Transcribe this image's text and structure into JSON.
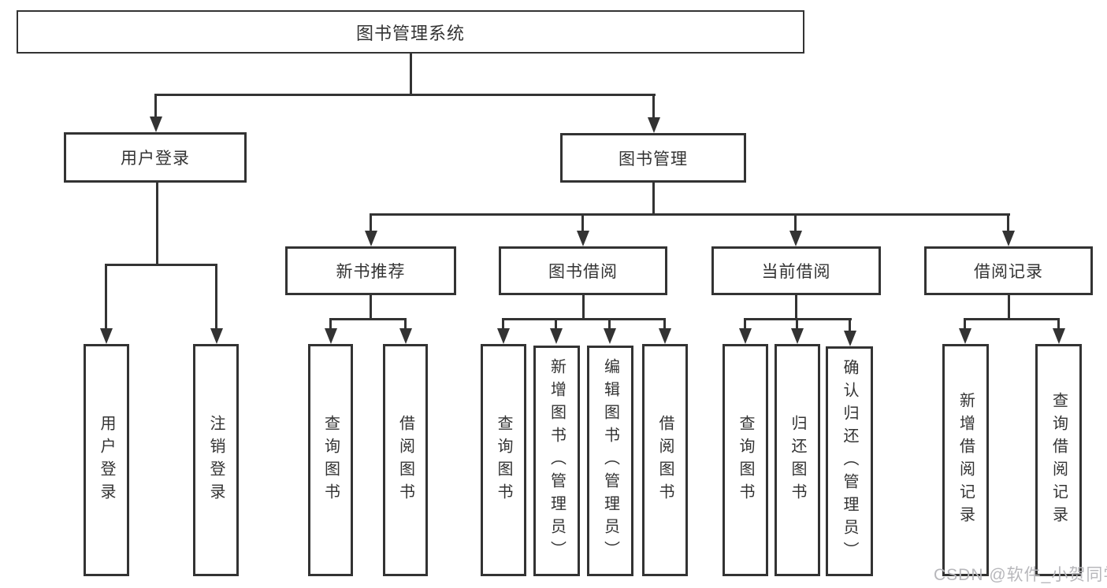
{
  "diagram_title": "图书管理系统",
  "nodes": {
    "root": "图书管理系统",
    "user_login": "用户登录",
    "book_mgmt": "图书管理",
    "new_book_rec": "新书推荐",
    "book_borrow": "图书借阅",
    "current_borrow": "当前借阅",
    "borrow_records": "借阅记录",
    "leaf_user_login": "用户登录",
    "leaf_logout": "注销登录",
    "leaf_nbr_query_book": "查询图书",
    "leaf_nbr_borrow_book": "借阅图书",
    "leaf_bb_query_book": "查询图书",
    "leaf_bb_add_book": "新增图书（管理员）",
    "leaf_bb_edit_book": "编辑图书（管理员）",
    "leaf_bb_borrow_book": "借阅图书",
    "leaf_cb_query_book": "查询图书",
    "leaf_cb_return_book": "归还图书",
    "leaf_cb_confirm_return": "确认归还（管理员）",
    "leaf_br_add_record": "新增借阅记录",
    "leaf_br_query_record": "查询借阅记录"
  },
  "hierarchy": {
    "图书管理系统": {
      "用户登录": [
        "用户登录",
        "注销登录"
      ],
      "图书管理": {
        "新书推荐": [
          "查询图书",
          "借阅图书"
        ],
        "图书借阅": [
          "查询图书",
          "新增图书（管理员）",
          "编辑图书（管理员）",
          "借阅图书"
        ],
        "当前借阅": [
          "查询图书",
          "归还图书",
          "确认归还（管理员）"
        ],
        "借阅记录": [
          "新增借阅记录",
          "查询借阅记录"
        ]
      }
    }
  },
  "watermark": "CSDN @软件_小贺同学",
  "colors": {
    "line": "#333333",
    "text": "#333333",
    "background": "#ffffff",
    "watermark": "#b7b7bb"
  }
}
